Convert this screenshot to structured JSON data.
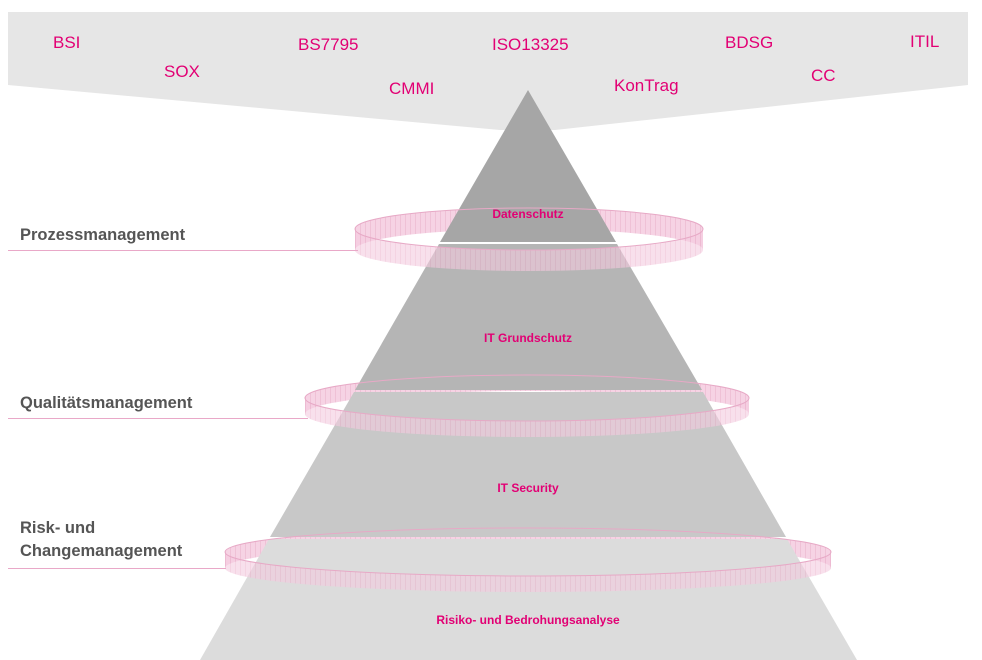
{
  "standards": {
    "bsi": "BSI",
    "sox": "SOX",
    "bs7795": "BS7795",
    "cmmi": "CMMI",
    "iso13325": "ISO13325",
    "kontrag": "KonTrag",
    "bdsg": "BDSG",
    "cc": "CC",
    "itil": "ITIL"
  },
  "management_labels": {
    "prozess": "Prozessmanagement",
    "qualitaet": "Qualitätsmanagement",
    "risk_line1": "Risk- und",
    "risk_line2": "Changemanagement"
  },
  "pyramid_tiers": {
    "tier1": "Datenschutz",
    "tier2": "IT Grundschutz",
    "tier3": "IT Security",
    "tier4": "Risiko- und Bedrohungsanalyse"
  },
  "colors": {
    "accent": "#e20074",
    "funnel": "#e6e6e6",
    "tier1": "#a6a6a6",
    "tier2": "#b5b5b5",
    "tier3": "#c8c8c8",
    "tier4": "#dcdcdc",
    "ring": "#f2c4da",
    "label": "#555555"
  }
}
